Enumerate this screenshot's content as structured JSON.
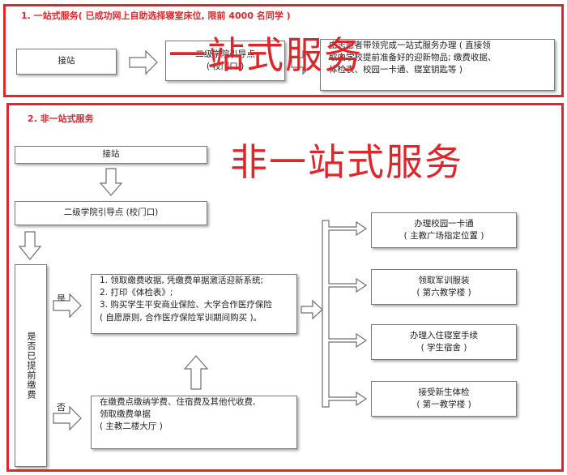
{
  "section1": {
    "title": "1. 一站式服务( 已成功网上自助选择寝室床位, 限前 4000 名同学 )",
    "box_arrival": "接站",
    "box_guide_line1": "二级学院引导点",
    "box_guide_line2": "( 校门口 )",
    "box_service_line1": "由志愿者带领完成一站式服务办理 ( 直接领",
    "box_service_line2": "取由学校提前准备好的迎新物品; 缴费收据、",
    "box_service_line3": "体检表、校园一卡通、寝室钥匙等 )",
    "overlay_text": "一站式服务"
  },
  "section2": {
    "title": "2. 非一站式服务",
    "overlay_text": "非一站式服务",
    "box_arrival": "接站",
    "box_guide": "二级学院引导点 (校门口)",
    "box_prepaid_question": "是否已提前缴费",
    "label_yes": "是",
    "label_no": "否",
    "steps_yes": [
      "1. 领取缴费收据, 凭缴费单据激活迎新系统;",
      "2. 打印《体检表》;",
      "3. 购买学生平安商业保险、大学合作医疗保险",
      "( 自愿原则, 合作医疗保险军训期间购买 )。"
    ],
    "steps_no": [
      "在缴费点缴纳学费、住宿费及其他代收费,",
      "领取缴费单据",
      "( 主教二楼大厅 )"
    ],
    "tasks": [
      {
        "line1": "办理校园一卡通",
        "line2": "( 主教广场指定位置 )"
      },
      {
        "line1": "领取军训服装",
        "line2": "( 第六教学楼 )"
      },
      {
        "line1": "办理入住寝室手续",
        "line2": "( 学生宿舍 )"
      },
      {
        "line1": "接受新生体检",
        "line2": "( 第一教学楼 )"
      }
    ]
  },
  "colors": {
    "accent_red": "#e0262b",
    "box_border": "#7a7a7a"
  }
}
